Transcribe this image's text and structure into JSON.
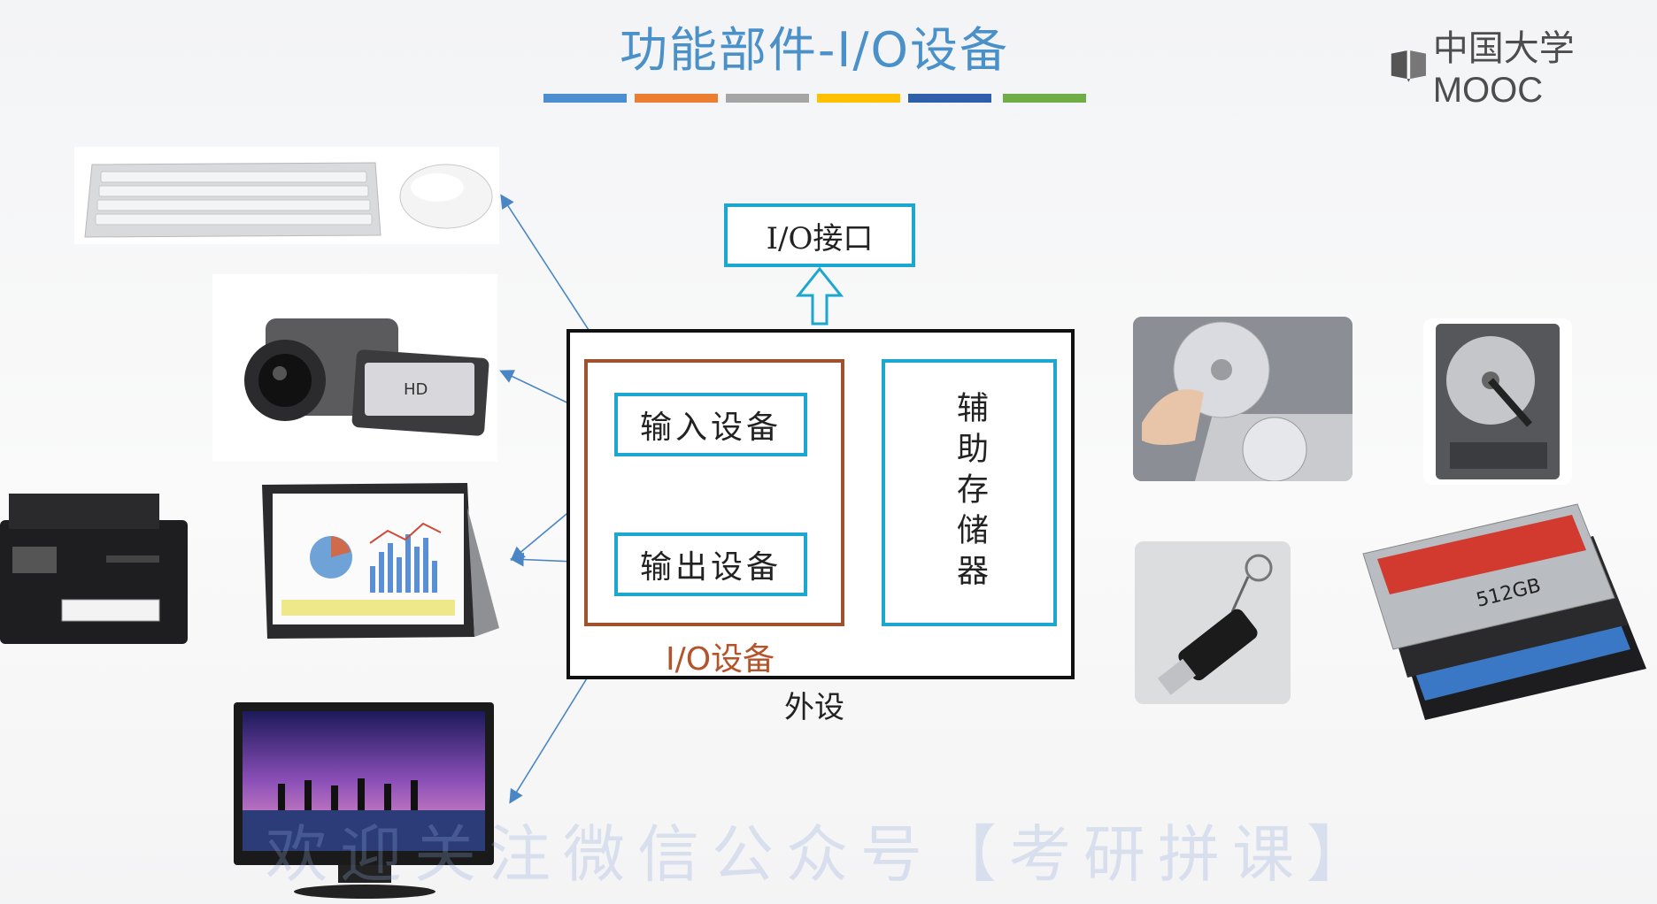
{
  "title": "功能部件-I/O设备",
  "logo": {
    "text": "中国大学MOOC",
    "icon": "mooc-book-icon"
  },
  "stripe_colors": [
    "#4c8fd1",
    "#ec7d31",
    "#a5a5a5",
    "#ffc000",
    "#2f5eaa",
    "#70ad47"
  ],
  "diagram": {
    "io_interface": "I/O接口",
    "input_device": "输入设备",
    "output_device": "输出设备",
    "io_device_group": "I/O设备",
    "auxiliary_storage": "辅助存储器",
    "peripherals": "外设",
    "colors": {
      "cyan": "#1ba7cf",
      "brown": "#a0522d",
      "arrow": "#4a86c5"
    }
  },
  "images": [
    "keyboard-mouse-image",
    "camcorder-image",
    "printer-image",
    "tablet-image",
    "monitor-image",
    "cd-drive-image",
    "hard-drive-image",
    "usb-drive-image",
    "ssd-image"
  ],
  "watermark": "欢迎关注微信公众号【考研拼课】"
}
